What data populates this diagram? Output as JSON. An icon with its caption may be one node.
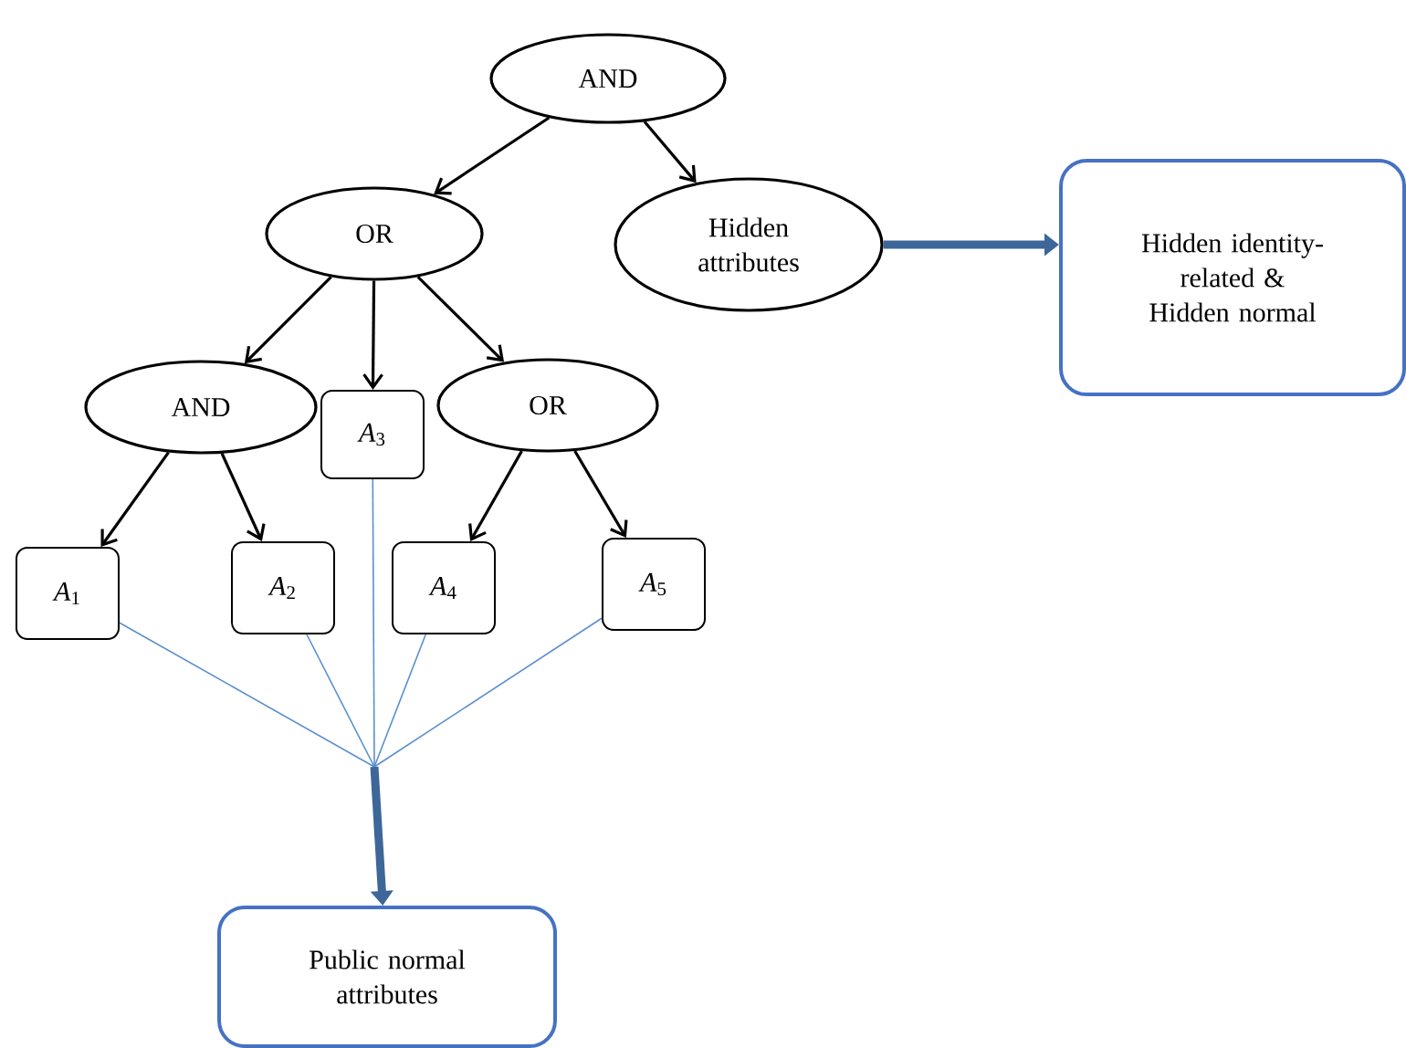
{
  "diagram": {
    "nodes": [
      {
        "text": [
          "AND"
        ]
      },
      {
        "text": [
          "OR"
        ]
      },
      {
        "text": [
          "Hidden attributes"
        ]
      },
      {
        "text": [
          "Hidden identity-related & Hidden normal"
        ]
      },
      {
        "text": [
          "AND"
        ]
      },
      {
        "text": [
          "*A*$_{3}$"
        ]
      },
      {
        "text": [
          "OR"
        ]
      },
      {
        "text": [
          "*A*$_{1}$"
        ]
      },
      {
        "text": [
          "*A*$_{2}$"
        ]
      },
      {
        "text": [
          "*A*$_{4}$"
        ]
      },
      {
        "text": [
          "*A*$_{5}$"
        ]
      },
      {
        "text": [
          "Public normal attributes"
        ]
      }
    ],
    "edges": [
      {
        "from": 0,
        "to": 1,
        "arrow": "to"
      },
      {
        "from": 0,
        "to": 2,
        "arrow": "to"
      },
      {
        "from": 2,
        "to": 3,
        "arrow": "to",
        "style": "thick",
        "color": "#3d6699"
      },
      {
        "from": 1,
        "to": 4,
        "arrow": "to"
      },
      {
        "from": 1,
        "to": 5,
        "arrow": "to"
      },
      {
        "from": 1,
        "to": 6,
        "arrow": "to"
      },
      {
        "from": 4,
        "to": 7,
        "arrow": "to"
      },
      {
        "from": 4,
        "to": 8,
        "arrow": "to"
      },
      {
        "from": 6,
        "to": 9,
        "arrow": "to"
      },
      {
        "from": 6,
        "to": 10,
        "arrow": "to"
      },
      {
        "from": 7,
        "to": 11,
        "arrow": "to",
        "color": "#5b8fd0"
      },
      {
        "from": 8,
        "to": 11,
        "arrow": "to",
        "color": "#5b8fd0"
      },
      {
        "from": 5,
        "to": 11,
        "arrow": "to",
        "color": "#5b8fd0"
      },
      {
        "from": 9,
        "to": 11,
        "arrow": "to",
        "color": "#5b8fd0"
      },
      {
        "from": 10,
        "to": 11,
        "arrow": "to",
        "color": "#5b8fd0"
      }
    ]
  }
}
